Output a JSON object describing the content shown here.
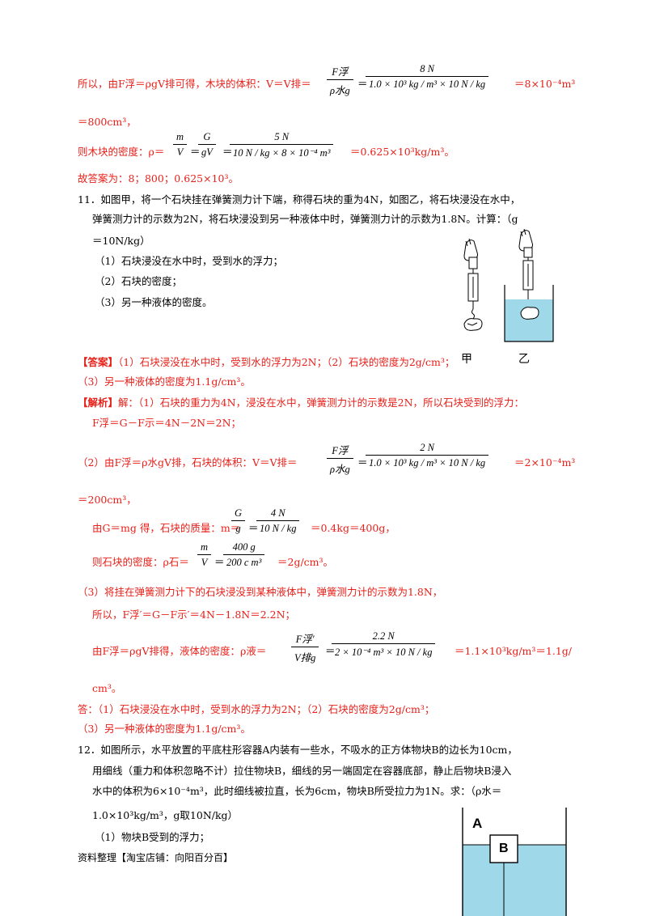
{
  "section10": {
    "line1_prefix": "所以，由F浮＝ρgV排可得，木块的体积：V＝V排＝",
    "frac1_num": "F浮",
    "frac1_den": "ρ水g",
    "eq": "＝",
    "frac2_num": "8 N",
    "frac2_den": "1.0 × 10³ kg / m³ × 10 N / kg",
    "line1_suffix": "＝8×10⁻⁴m³",
    "line2": "＝800cm³，",
    "line3_prefix": "则木块的密度：ρ＝",
    "frac3_num": "m",
    "frac3_den": "V",
    "frac4_num": "G",
    "frac4_den": "gV",
    "frac5_num": "5 N",
    "frac5_den": "10 N / kg × 8 × 10⁻⁴ m³",
    "line3_suffix": "＝0.625×10³kg/m³。",
    "answer": "故答案为：8；800；0.625×10³。"
  },
  "q11": {
    "line1": "11．如图甲，将一个石块挂在弹簧测力计下端，称得石块的重为4N，如图乙，将石块浸没在水中，",
    "line2": "弹簧测力计的示数为2N，将石块浸没到另一种液体中时，弹簧测力计的示数为1.8N。计算：（g",
    "line3": "＝10N/kg）",
    "item1": "（1）石块浸没在水中时，受到水的浮力；",
    "item2": "（2）石块的密度；",
    "item3": "（3）另一种液体的密度。",
    "fig_label_jia": "甲",
    "fig_label_yi": "乙",
    "ans_tag": "【答案】",
    "ans_line1": "（1）石块浸没在水中时，受到水的浮力为2N；（2）石块的密度为2g/cm³；",
    "ans_line2": "（3）另一种液体的密度为1.1g/cm³。",
    "ana_tag": "【解析】",
    "ana_line1": "解：（1）石块的重力为4N，浸没在水中，弹簧测力计的示数是2N，所以石块受到的浮力：",
    "ana_line2": "F浮＝G－F示＝4N－2N＝2N；",
    "ana_line3_prefix": "（2）由F浮＝ρ水gV排，石块的体积：V＝V排＝",
    "f1_num": "F浮",
    "f1_den": "ρ水g",
    "f2_num": "2 N",
    "f2_den": "1.0 × 10³ kg / m³ × 10 N / kg",
    "ana_line3_suffix": "＝2×10⁻⁴m³",
    "ana_line4": "＝200cm³，",
    "ana_line5_prefix": "由G＝mg 得，石块的质量：m＝",
    "f3_num": "G",
    "f3_den": "g",
    "f4_num": "4 N",
    "f4_den": "10 N / kg",
    "ana_line5_suffix": "＝0.4kg＝400g，",
    "ana_line6_prefix": "则石块的密度：ρ石＝",
    "f5_num": "m",
    "f5_den": "V",
    "f6_num": "400 g",
    "f6_den": "200 c m³",
    "ana_line6_suffix": "＝2g/cm³。",
    "ana_line7": "（3）将挂在弹簧测力计下的石块浸没到某种液体中，弹簧测力计的示数为1.8N，",
    "ana_line8": "所以，F浮′＝G－F示′＝4N－1.8N＝2.2N；",
    "ana_line9_prefix": "由F浮＝ρgV排得，液体的密度：ρ液＝",
    "f7_num": "F浮′",
    "f7_den": "V排g",
    "f8_num": "2.2 N",
    "f8_den": "2 × 10⁻⁴ m³ × 10 N / kg",
    "ana_line9_suffix": "＝1.1×10³kg/m³＝1.1g/",
    "ana_line10": "cm³。",
    "final_line1": "答：（1）石块浸没在水中时，受到水的浮力为2N；（2）石块的密度为2g/cm³；",
    "final_line2": "（3）另一种液体的密度为1.1g/cm³。"
  },
  "q12": {
    "line1": "12．如图所示，水平放置的平底柱形容器A内装有一些水，不吸水的正方体物块B的边长为10cm，",
    "line2": "用细线（重力和体积忽略不计）拉住物块B，细线的另一端固定在容器底部，静止后物块B浸入",
    "line3": "水中的体积为6×10⁻⁴m³，此时细线被拉直，长为6cm，物块B所受拉力为1N。求：（ρ水＝",
    "line4": "1.0×10³kg/m³，g取10N/kg）",
    "item1": "（1）物块B受到的浮力；",
    "fig_label_a": "A",
    "fig_label_b": "B"
  },
  "footer": "资料整理【淘宝店铺：向阳百分百】"
}
